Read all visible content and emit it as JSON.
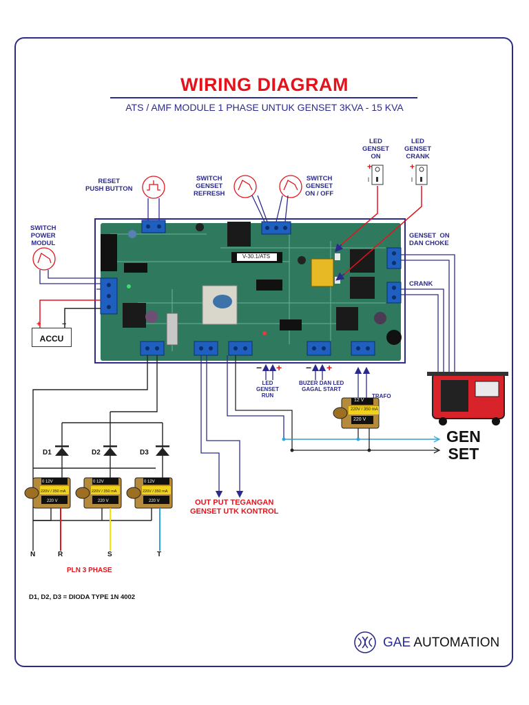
{
  "title": "WIRING DIAGRAM",
  "subtitle": "ATS / AMF MODULE 1 PHASE UNTUK GENSET 3KVA - 15 KVA",
  "labels": {
    "reset": "RESET\nPUSH BUTTON",
    "switch_refresh": "SWITCH\nGENSET\nREFRESH",
    "switch_onoff": "SWITCH\nGENSET\nON / OFF",
    "led_on": "LED\nGENSET\nON",
    "led_crank": "LED\nGENSET\nCRANK",
    "switch_power": "SWITCH\nPOWER\nMODUL",
    "accu": "ACCU",
    "genset_choke": "GENSET  ON\nDAN CHOKE",
    "crank": "CRANK",
    "led_run": "LED\nGENSET\nRUN",
    "buzer": "BUZER DAN LED\nGAGAL START",
    "trafo": "TRAFO",
    "gen_set": "GEN\nSET",
    "output": "OUT PUT TEGANGAN\nGENSET UTK KONTROL",
    "d1": "D1",
    "d2": "D2",
    "d3": "D3",
    "n": "N",
    "r": "R",
    "s": "S",
    "t": "T",
    "pln": "PLN 3 PHASE",
    "dioda_note": "D1, D2, D3 = DIODA TYPE 1N 4002",
    "board_model": "V-30.1/ATS",
    "trafo_12v": "12 V",
    "trafo_spec": "220V / 350 mA",
    "trafo_220v": "220 V",
    "plus": "+",
    "minus": "−"
  },
  "logo": {
    "brand": "GAE",
    "word": "AUTOMATION"
  },
  "colors": {
    "frame": "#2b2a8c",
    "title": "#e3131b",
    "pcb": "#2f7a5e",
    "wire_red": "#e3131b",
    "wire_yellow": "#f5e000",
    "wire_blue": "#2aa7e0",
    "wire_navy": "#2b2a8c"
  }
}
